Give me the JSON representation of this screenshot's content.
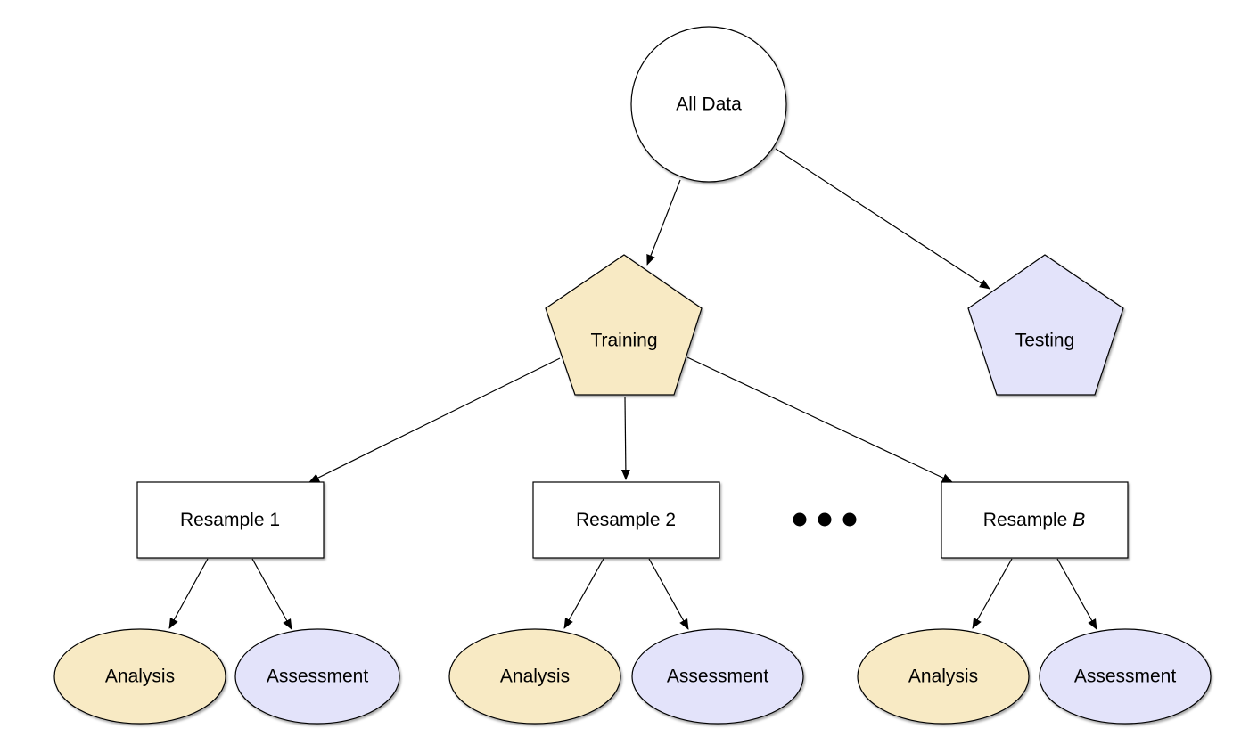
{
  "nodes": {
    "all_data": {
      "label": "All Data",
      "fill": "#ffffff"
    },
    "training": {
      "label": "Training",
      "fill": "#f8eac4"
    },
    "testing": {
      "label": "Testing",
      "fill": "#e3e3fa"
    },
    "resamples": [
      {
        "prefix": "Resample ",
        "suffix": "1"
      },
      {
        "prefix": "Resample ",
        "suffix": "2"
      },
      {
        "prefix": "Resample ",
        "suffix": "B"
      }
    ],
    "analysis": {
      "label": "Analysis",
      "fill": "#f8eac4"
    },
    "assessment": {
      "label": "Assessment",
      "fill": "#e3e3fa"
    }
  },
  "ellipsis_icon": "three-dots"
}
